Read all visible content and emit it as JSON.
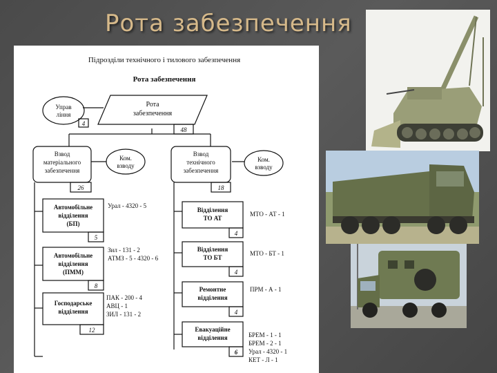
{
  "slide": {
    "title": "Рота забезпечення"
  },
  "document": {
    "heading": "Підрозділи технічного і тилового забезпечення",
    "subheading": "Рота забезпечення",
    "boxes": {
      "root": {
        "label1": "Рота",
        "label2": "забезпечення",
        "count": "48"
      },
      "management": {
        "label1": "Управ",
        "label2": "ління",
        "count": "4"
      },
      "material_platoon": {
        "label1": "Взвод",
        "label2": "матеріального",
        "label3": "забезпечення",
        "count": "26"
      },
      "cmd_left": {
        "label1": "Ком.",
        "label2": "взводу"
      },
      "tech_platoon": {
        "label1": "Взвод",
        "label2": "технічного",
        "label3": "забезпечення",
        "count": "18"
      },
      "cmd_right": {
        "label1": "Ком.",
        "label2": "взводу"
      },
      "auto_bp": {
        "label1": "Автомобільне",
        "label2": "відділення",
        "label3": "(БП)",
        "count": "5"
      },
      "auto_pmm": {
        "label1": "Автомобільне",
        "label2": "відділення",
        "label3": "(ПММ)",
        "count": "8"
      },
      "household": {
        "label1": "Господарське",
        "label2": "відділення",
        "count": "12"
      },
      "to_at": {
        "label1": "Відділення",
        "label2": "ТО АТ",
        "count": "4"
      },
      "to_bt": {
        "label1": "Відділення",
        "label2": "ТО БТ",
        "count": "4"
      },
      "repair": {
        "label1": "Ремонтне",
        "label2": "відділення",
        "count": "4"
      },
      "evac": {
        "label1": "Евакуаційне",
        "label2": "відділення",
        "count": "6"
      }
    },
    "equipment": {
      "auto_bp": [
        "Урал - 4320 - 5"
      ],
      "auto_pmm": [
        "Зил - 131         - 2",
        "АТМЗ - 5 - 4320 - 6"
      ],
      "household": [
        "ПАК - 200      - 4",
        "АВЦ              - 1",
        "ЗИЛ - 131       - 2"
      ],
      "to_at": [
        "МТО - АТ  - 1"
      ],
      "to_bt": [
        "МТО - БТ  - 1"
      ],
      "repair": [
        "ПРМ - А    - 1"
      ],
      "evac": [
        "БРЕМ - 1      - 1",
        "БРЕМ - 2      - 1",
        "Урал - 4320  - 1",
        "КЕТ - Л        - 1"
      ]
    }
  },
  "photos": [
    {
      "name": "armored-recovery-vehicle"
    },
    {
      "name": "military-cargo-truck"
    },
    {
      "name": "repair-workshop-truck"
    }
  ]
}
